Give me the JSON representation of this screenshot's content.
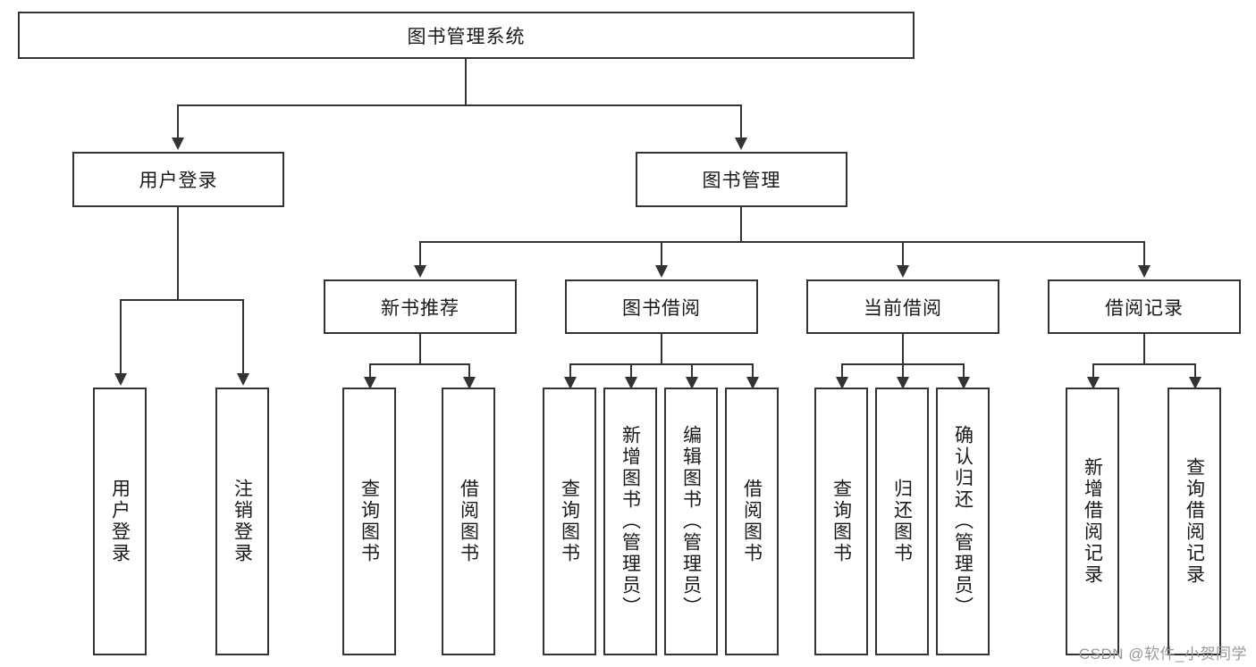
{
  "diagram": {
    "title": "图书管理系统",
    "root": {
      "label": "图书管理系统"
    },
    "level2": [
      {
        "label": "用户登录"
      },
      {
        "label": "图书管理"
      }
    ],
    "level3": [
      {
        "label": "新书推荐"
      },
      {
        "label": "图书借阅"
      },
      {
        "label": "当前借阅"
      },
      {
        "label": "借阅记录"
      }
    ],
    "leaves": {
      "user_login": [
        {
          "label": "用户登录"
        },
        {
          "label": "注销登录"
        }
      ],
      "new_book": [
        {
          "label": "查询图书"
        },
        {
          "label": "借阅图书"
        }
      ],
      "book_borrow": [
        {
          "label": "查询图书"
        },
        {
          "label": "新增图书（管理员）"
        },
        {
          "label": "编辑图书（管理员）"
        },
        {
          "label": "借阅图书"
        }
      ],
      "current_borrow": [
        {
          "label": "查询图书"
        },
        {
          "label": "归还图书"
        },
        {
          "label": "确认归还（管理员）"
        }
      ],
      "borrow_record": [
        {
          "label": "新增借阅记录"
        },
        {
          "label": "查询借阅记录"
        }
      ]
    },
    "watermark": "CSDN @软件_小贺同学",
    "colors": {
      "stroke": "#333333",
      "background": "#ffffff",
      "text": "#1a1a1a",
      "watermark": "#9a9a9a"
    }
  }
}
